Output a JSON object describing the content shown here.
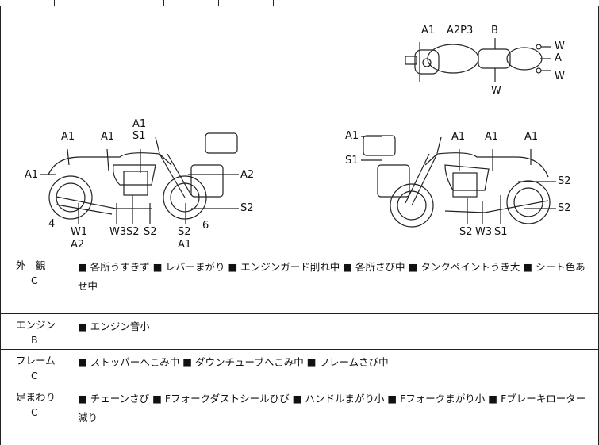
{
  "diagram": {
    "top_view": {
      "labels": [
        "A1",
        "A2P3",
        "B",
        "W",
        "A",
        "W",
        "W"
      ]
    },
    "left_bike": {
      "labels": [
        "A1",
        "S1",
        "A1",
        "A1",
        "A1",
        "A2",
        "S2",
        "6",
        "4",
        "W1",
        "A2",
        "W3",
        "S2",
        "S2",
        "S2",
        "A1"
      ]
    },
    "right_bike": {
      "labels": [
        "A1",
        "S1",
        "A1",
        "A1",
        "A1",
        "S2",
        "S2",
        "S2",
        "W3",
        "S1"
      ]
    }
  },
  "condition_rows": [
    {
      "name": "外　観",
      "grade": "C",
      "text": "■ 各所うすきず ■ レバーまがり ■ エンジンガード削れ中 ■ 各所さび中 ■ タンクペイントうき大 ■ シート色あせ中"
    },
    {
      "name": "エンジン",
      "grade": "B",
      "text": "■ エンジン音小"
    },
    {
      "name": "フレーム",
      "grade": "C",
      "text": "■ ストッパーへこみ中 ■ ダウンチューブへこみ中 ■ フレームさび中"
    },
    {
      "name": "足まわり",
      "grade": "C",
      "text": "■ チェーンさび ■ Fフォークダストシールひび ■ ハンドルまがり小 ■ Fフォークまがり小 ■ Fブレーキローター減り"
    }
  ]
}
